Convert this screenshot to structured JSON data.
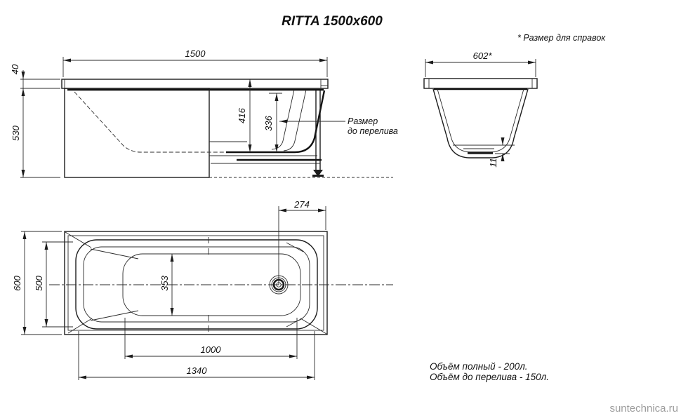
{
  "colors": {
    "line": "#1c1c1c",
    "watermark_gray": "#9c9c9c"
  },
  "title": "RITTA 1500x600",
  "reference_note": "* Размер для справок",
  "side_view": {
    "dim_length": "1500",
    "dim_rim_height": "40",
    "dim_body_height": "530",
    "dim_depth_full": "416",
    "dim_depth_overflow": "336",
    "overflow_label_line1": "Размер",
    "overflow_label_line2": "до перелива"
  },
  "end_view": {
    "dim_width": "602*",
    "dim_drain_depth": "11"
  },
  "top_view": {
    "dim_overall_width": "600",
    "dim_inner_width": "500",
    "dim_bottom_width": "353",
    "dim_drain_offset": "274",
    "dim_bottom_length": "1000",
    "dim_inner_length": "1340"
  },
  "volume_notes": {
    "full": "Объём полный - 200л.",
    "to_overflow": "Объём до перелива - 150л."
  },
  "watermark": "suntechnica.ru"
}
